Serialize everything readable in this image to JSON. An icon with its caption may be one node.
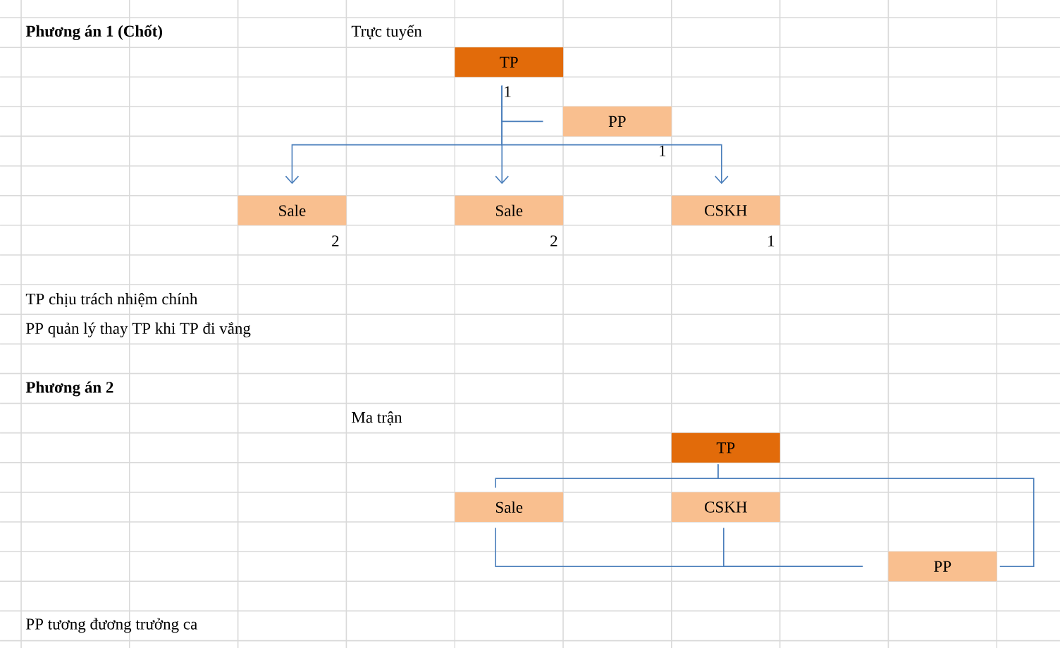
{
  "diagram": {
    "nodes": [
      {
        "text": [
          "TP"
        ],
        "beside": [
          "1"
        ]
      },
      {
        "text": [
          "PP"
        ],
        "beside": [
          "1"
        ]
      },
      {
        "text": [
          "Sale"
        ],
        "beside": [
          "2"
        ]
      },
      {
        "text": [
          "Sale"
        ],
        "beside": [
          "2"
        ]
      },
      {
        "text": [
          "CSKH"
        ],
        "beside": [
          "1"
        ]
      },
      {
        "text": [
          "TP"
        ]
      },
      {
        "text": [
          "Sale"
        ]
      },
      {
        "text": [
          "CSKH"
        ]
      },
      {
        "text": [
          "PP"
        ]
      }
    ],
    "edges": [
      {
        "from": 0,
        "to": 1,
        "arrow": "none"
      },
      {
        "from": 0,
        "to": 2,
        "arrow": "to"
      },
      {
        "from": 0,
        "to": 3,
        "arrow": "to"
      },
      {
        "from": 0,
        "to": 4,
        "arrow": "to"
      },
      {
        "from": 5,
        "to": 6,
        "arrow": "none"
      },
      {
        "from": 5,
        "to": 8,
        "arrow": "none"
      },
      {
        "from": 6,
        "to": 8,
        "arrow": "none"
      },
      {
        "from": 7,
        "to": 8,
        "arrow": "none"
      }
    ],
    "labels": [
      "Phương án 1 (Chốt)",
      "Trực tuyến",
      "TP chịu trách nhiệm chính",
      "PP quản lý thay TP khi TP đi vắng",
      "Phương án 2",
      "Ma trận",
      "PP tương đương trưởng ca"
    ]
  }
}
